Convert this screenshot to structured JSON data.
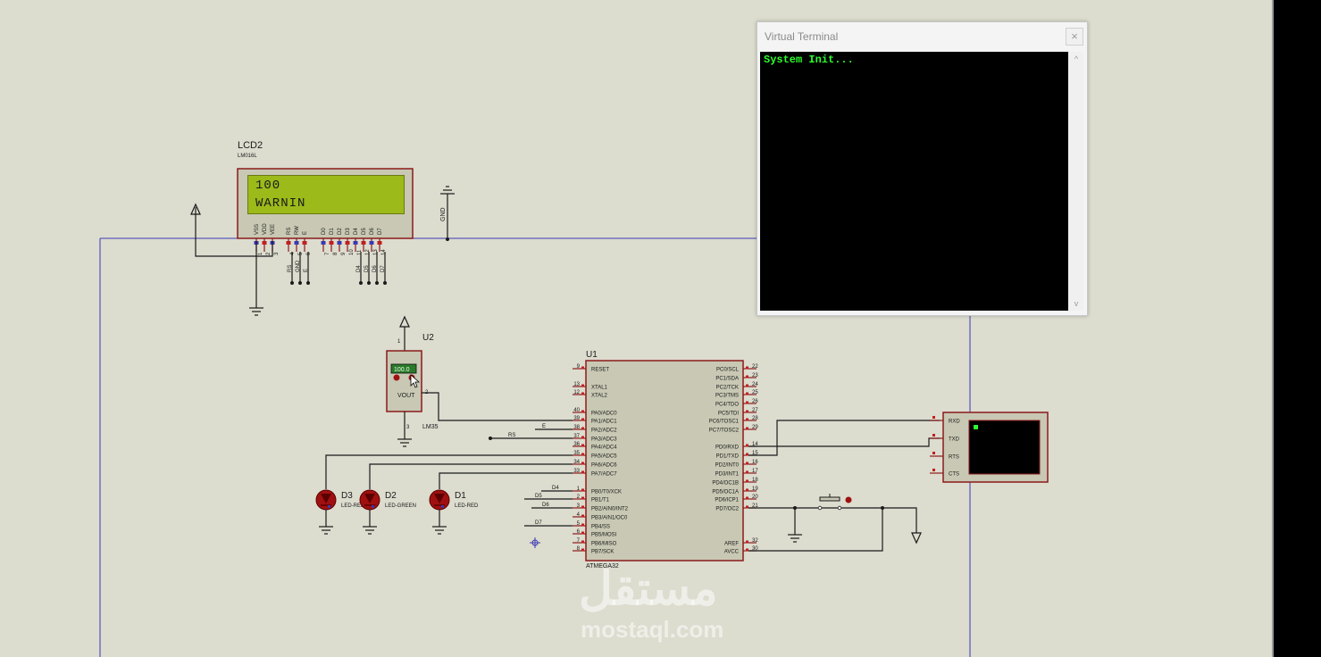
{
  "terminal": {
    "title": "Virtual Terminal",
    "close_icon": "close-icon",
    "output": "System Init..."
  },
  "lcd": {
    "ref": "LCD2",
    "model": "LM016L",
    "line1": "100",
    "line2": "WARNIN",
    "pins": [
      "VSS",
      "VDD",
      "VEE",
      "RS",
      "RW",
      "E",
      "D0",
      "D1",
      "D2",
      "D3",
      "D4",
      "D5",
      "D6",
      "D7"
    ],
    "pin_numbers": [
      "1",
      "2",
      "3",
      "4",
      "5",
      "6",
      "7",
      "8",
      "9",
      "10",
      "11",
      "12",
      "13",
      "14"
    ],
    "net_labels": [
      "RS",
      "GND",
      "E",
      "D4",
      "D5",
      "D6",
      "D7"
    ],
    "gnd_label": "GND"
  },
  "sensor": {
    "ref": "U2",
    "model": "LM35",
    "value": "100.0",
    "vout": "VOUT",
    "pin1": "1",
    "pin2": "2",
    "pin3": "3"
  },
  "mcu": {
    "ref": "U1",
    "model": "ATMEGA32",
    "left_pins": [
      {
        "num": "9",
        "name": "RESET"
      },
      {
        "num": "13",
        "name": "XTAL1"
      },
      {
        "num": "12",
        "name": "XTAL2"
      },
      {
        "num": "40",
        "name": "PA0/ADC0"
      },
      {
        "num": "39",
        "name": "PA1/ADC1"
      },
      {
        "num": "38",
        "name": "PA2/ADC2"
      },
      {
        "num": "37",
        "name": "PA3/ADC3"
      },
      {
        "num": "36",
        "name": "PA4/ADC4"
      },
      {
        "num": "35",
        "name": "PA5/ADC5"
      },
      {
        "num": "34",
        "name": "PA6/ADC6"
      },
      {
        "num": "33",
        "name": "PA7/ADC7"
      },
      {
        "num": "1",
        "name": "PB0/T0/XCK"
      },
      {
        "num": "2",
        "name": "PB1/T1"
      },
      {
        "num": "3",
        "name": "PB2/AIN0/INT2"
      },
      {
        "num": "4",
        "name": "PB3/AIN1/OC0"
      },
      {
        "num": "5",
        "name": "PB4/SS"
      },
      {
        "num": "6",
        "name": "PB5/MOSI"
      },
      {
        "num": "7",
        "name": "PB6/MISO"
      },
      {
        "num": "8",
        "name": "PB7/SCK"
      }
    ],
    "right_pins": [
      {
        "num": "22",
        "name": "PC0/SCL"
      },
      {
        "num": "23",
        "name": "PC1/SDA"
      },
      {
        "num": "24",
        "name": "PC2/TCK"
      },
      {
        "num": "25",
        "name": "PC3/TMS"
      },
      {
        "num": "26",
        "name": "PC4/TDO"
      },
      {
        "num": "27",
        "name": "PC5/TDI"
      },
      {
        "num": "28",
        "name": "PC6/TOSC1"
      },
      {
        "num": "29",
        "name": "PC7/TOSC2"
      },
      {
        "num": "14",
        "name": "PD0/RXD"
      },
      {
        "num": "15",
        "name": "PD1/TXD"
      },
      {
        "num": "16",
        "name": "PD2/INT0"
      },
      {
        "num": "17",
        "name": "PD3/INT1"
      },
      {
        "num": "18",
        "name": "PD4/OC1B"
      },
      {
        "num": "19",
        "name": "PD5/OC1A"
      },
      {
        "num": "20",
        "name": "PD6/ICP1"
      },
      {
        "num": "21",
        "name": "PD7/OC2"
      },
      {
        "num": "32",
        "name": "AREF"
      },
      {
        "num": "30",
        "name": "AVCC"
      }
    ],
    "net_labels": {
      "e": "E",
      "rs": "RS",
      "d4": "D4",
      "d5": "D5",
      "d6": "D6",
      "d7": "D7"
    }
  },
  "leds": [
    {
      "ref": "D3",
      "model": "LED-RED"
    },
    {
      "ref": "D2",
      "model": "LED-GREEN"
    },
    {
      "ref": "D1",
      "model": "LED-RED"
    }
  ],
  "uart": {
    "pins": [
      "RXD",
      "TXD",
      "RTS",
      "CTS"
    ]
  },
  "watermark": {
    "arabic": "مستقل",
    "latin": "mostaql.com"
  },
  "colors": {
    "canvas": "#dcdccf",
    "component_fill": "#c8c8b4",
    "component_border": "#8b1a1a",
    "lcd_screen": "#9cba1a",
    "terminal_text": "#2dff2d",
    "led_red": "#a01010",
    "sheet_border": "#3a3ab0"
  }
}
